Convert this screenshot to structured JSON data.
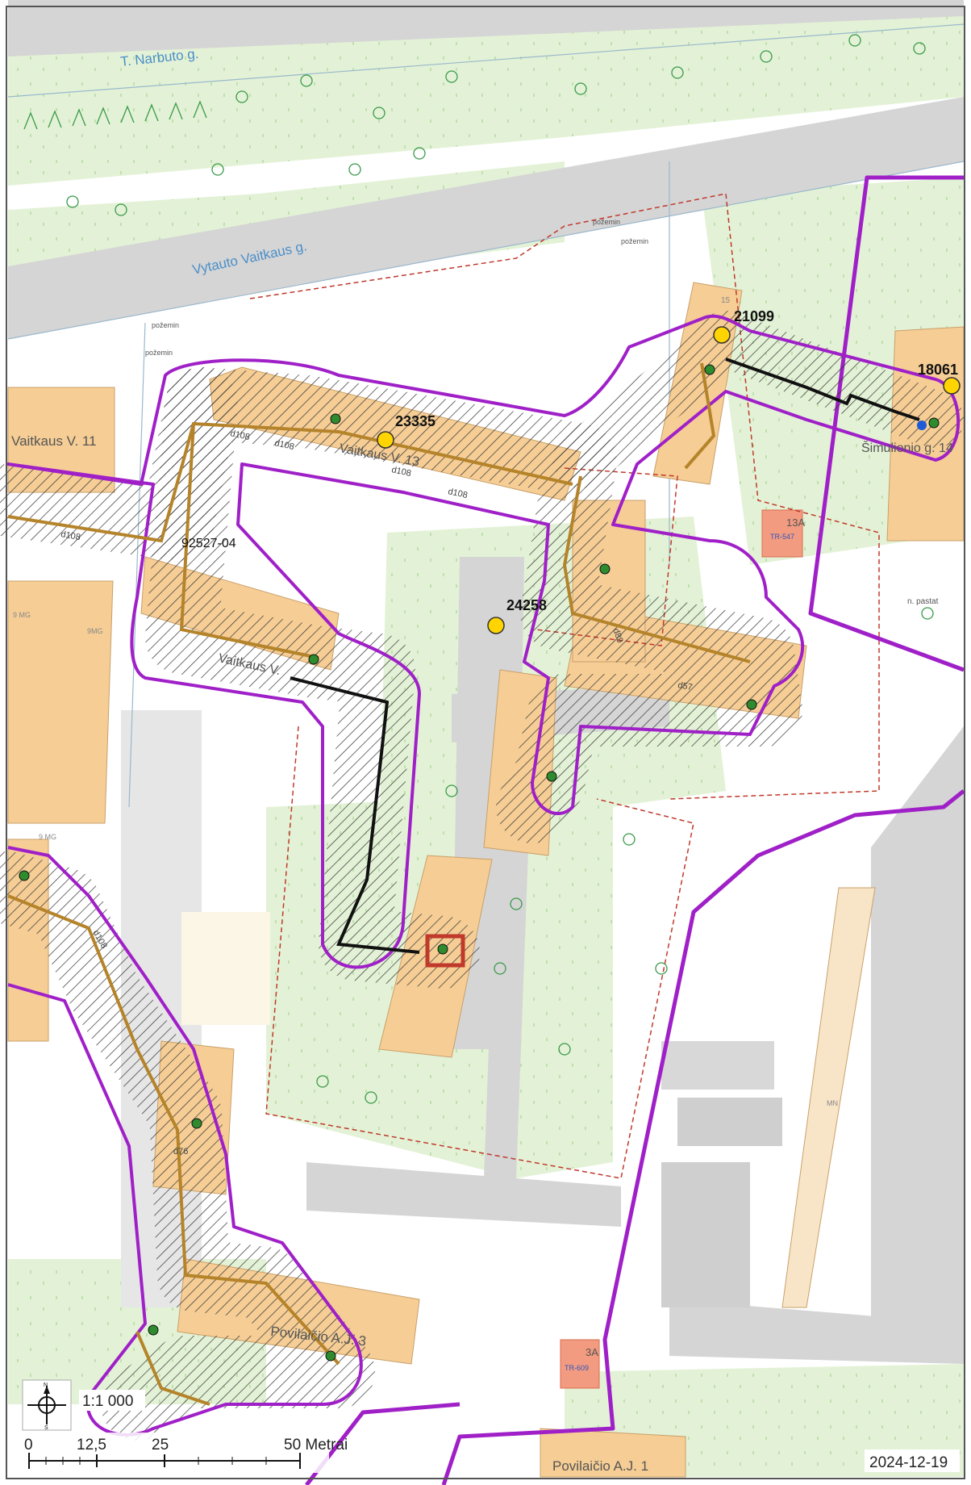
{
  "streets": {
    "t_narbuto": "T. Narbuto g.",
    "vaitkaus_g": "Vytauto Vaitkaus g."
  },
  "buildings": {
    "vaitkaus_11": "Vaitkaus V. 11",
    "vaitkaus_13": "Vaitkaus V. 13",
    "vaitkaus_v": "Vaitkaus V.",
    "simulionio_14": "Šimulionio g. 14",
    "povilaicio_3": "Povilaičio A.J. 3",
    "povilaicio_1": "Povilaičio A.J. 1",
    "b13a": "13A",
    "b3a": "3A",
    "tr547": "TR-547",
    "tr609": "TR-609",
    "b9mg_a": "9 MG",
    "b9mg_b": "9MG",
    "b9mg_c": "9 MG",
    "mn": "MN",
    "b15": "15",
    "pastat": "n. pastat"
  },
  "points": [
    {
      "id": "p21099",
      "label": "21099"
    },
    {
      "id": "p18061",
      "label": "18061"
    },
    {
      "id": "p23335",
      "label": "23335"
    },
    {
      "id": "p24258",
      "label": "24258"
    }
  ],
  "pipe_labels": {
    "parcel": "92527-04",
    "d108a": "d108",
    "d108b": "d108",
    "d108c": "d108",
    "d108d": "d108",
    "d89": "d89",
    "d76": "d76",
    "d57": "d57",
    "d108e": "d108",
    "d108f": "d108"
  },
  "pozemines": [
    "požemin",
    "požemin",
    "požemin",
    "požemin"
  ],
  "scale": {
    "ratio": "1:1 000",
    "ticks": [
      "0",
      "12,5",
      "25",
      "50 Metrai"
    ],
    "north": "N",
    "south": "S"
  },
  "date": "2024-12-19",
  "colors": {
    "building": "#f5cd95",
    "green": "#e3f2d6",
    "road": "#d5d5d5",
    "zone": "#a020c8",
    "pipe": "#b5842a",
    "point": "#ffd400",
    "substation": "#f29b80"
  }
}
